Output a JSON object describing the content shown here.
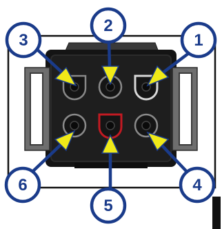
{
  "figure": {
    "callouts": [
      {
        "label": "1"
      },
      {
        "label": "2"
      },
      {
        "label": "3"
      },
      {
        "label": "4"
      },
      {
        "label": "5"
      },
      {
        "label": "6"
      }
    ],
    "colors": {
      "callout_fill": "#ffffff",
      "callout_stroke": "#1a3b8a",
      "callout_text": "#1a3b8a",
      "arrow": "#f0ea18",
      "connector_body": "#161616",
      "connector_shell": "#5a5a5a",
      "pin_ring": "#8a8a8a",
      "pin_ring_highlight": "#d8d8d8",
      "pin_ring_red": "#c21a22",
      "frame_line": "#111111",
      "background": "#ffffff"
    }
  }
}
